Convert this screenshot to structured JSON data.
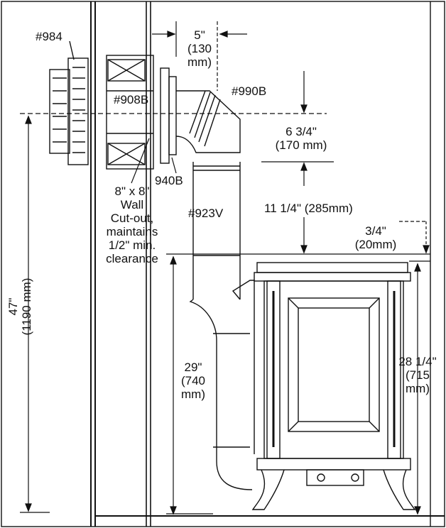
{
  "labels": {
    "part_984": "#984",
    "part_908b": "#908B",
    "part_990b": "#990B",
    "part_940b": "940B",
    "part_923v": "#923V",
    "wall_note": [
      "8\" x 8\"",
      "Wall",
      "Cut-out,",
      "maintains",
      "1/2\" min.",
      "clearance"
    ],
    "dim_5in": [
      "5\"",
      "(130",
      "mm)"
    ],
    "dim_6_3_4": [
      "6 3/4\"",
      "(170 mm)"
    ],
    "dim_11_1_4": "11 1/4\" (285mm)",
    "dim_3_4": [
      "3/4\"",
      "(20mm)"
    ],
    "dim_47": [
      "47\"",
      "(1190 mm)"
    ],
    "dim_29": [
      "29\"",
      "(740",
      "mm)"
    ],
    "dim_28_1_4": [
      "28 1/4\"",
      "(715",
      "mm)"
    ]
  }
}
